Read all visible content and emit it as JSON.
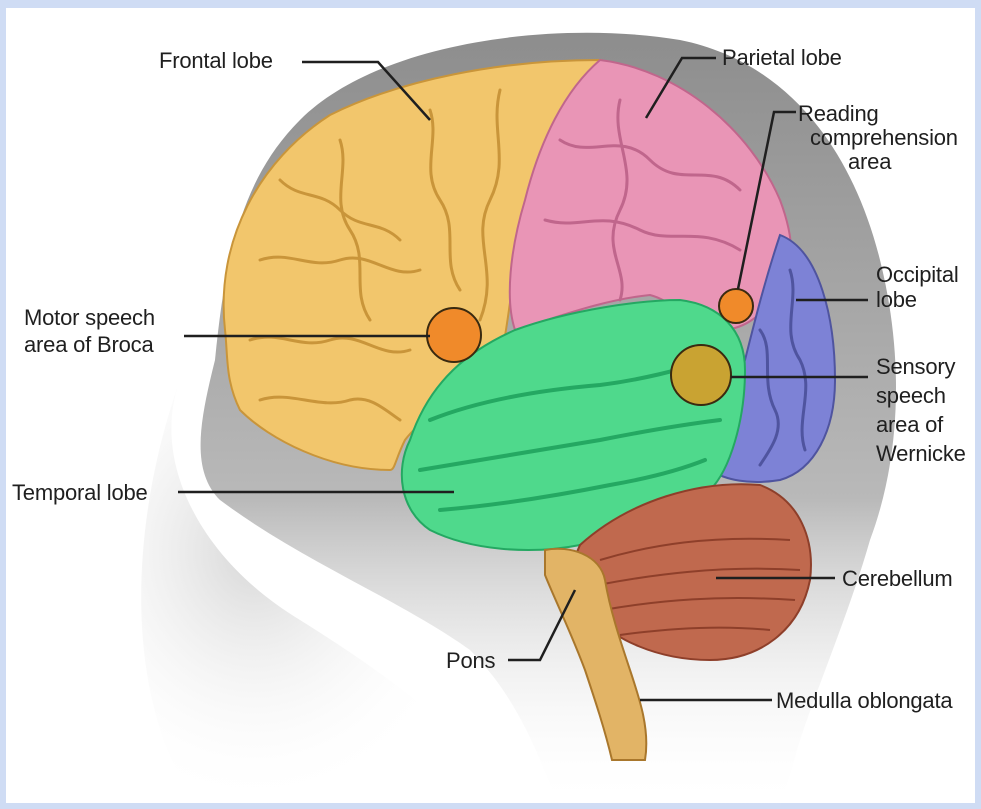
{
  "colors": {
    "frame": "#cfdcf4",
    "frontal_lobe": "#f2c66c",
    "parietal_lobe": "#e995b6",
    "temporal_lobe": "#4fd98c",
    "occipital_lobe": "#7d82d6",
    "cerebellum": "#c0694e",
    "brainstem": "#e2b466",
    "speech_area_marker": "#f08a2a",
    "wernicke_marker": "#c9a332"
  },
  "labels": {
    "frontal_lobe": "Frontal lobe",
    "parietal_lobe": "Parietal lobe",
    "reading_area": [
      "Reading",
      "comprehension",
      "area"
    ],
    "occipital_lobe": [
      "Occipital",
      "lobe"
    ],
    "broca": [
      "Motor speech",
      "area of Broca"
    ],
    "wernicke": [
      "Sensory",
      "speech",
      "area of",
      "Wernicke"
    ],
    "temporal_lobe": "Temporal lobe",
    "cerebellum": "Cerebellum",
    "pons": "Pons",
    "medulla": "Medulla oblongata"
  }
}
